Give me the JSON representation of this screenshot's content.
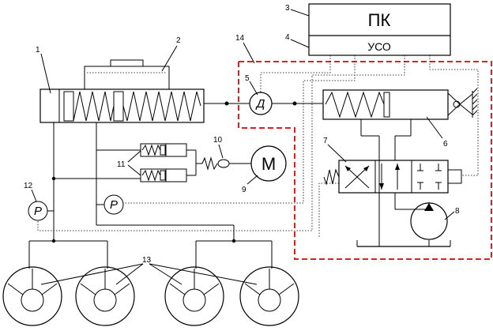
{
  "labels": {
    "pc": "ПК",
    "uso": "УСО",
    "motor": "М",
    "sensor_d": "Д",
    "pressure_left": "P",
    "pressure_mid": "P"
  },
  "callouts": {
    "n1": "1",
    "n2": "2",
    "n3": "3",
    "n4": "4",
    "n5": "5",
    "n6": "6",
    "n7": "7",
    "n8": "8",
    "n9": "9",
    "n10": "10",
    "n11": "11",
    "n12": "12",
    "n13": "13",
    "n14": "14"
  },
  "colors": {
    "line": "#000000",
    "boundary": "#e02020",
    "reservoir_fill": "#ececec"
  }
}
